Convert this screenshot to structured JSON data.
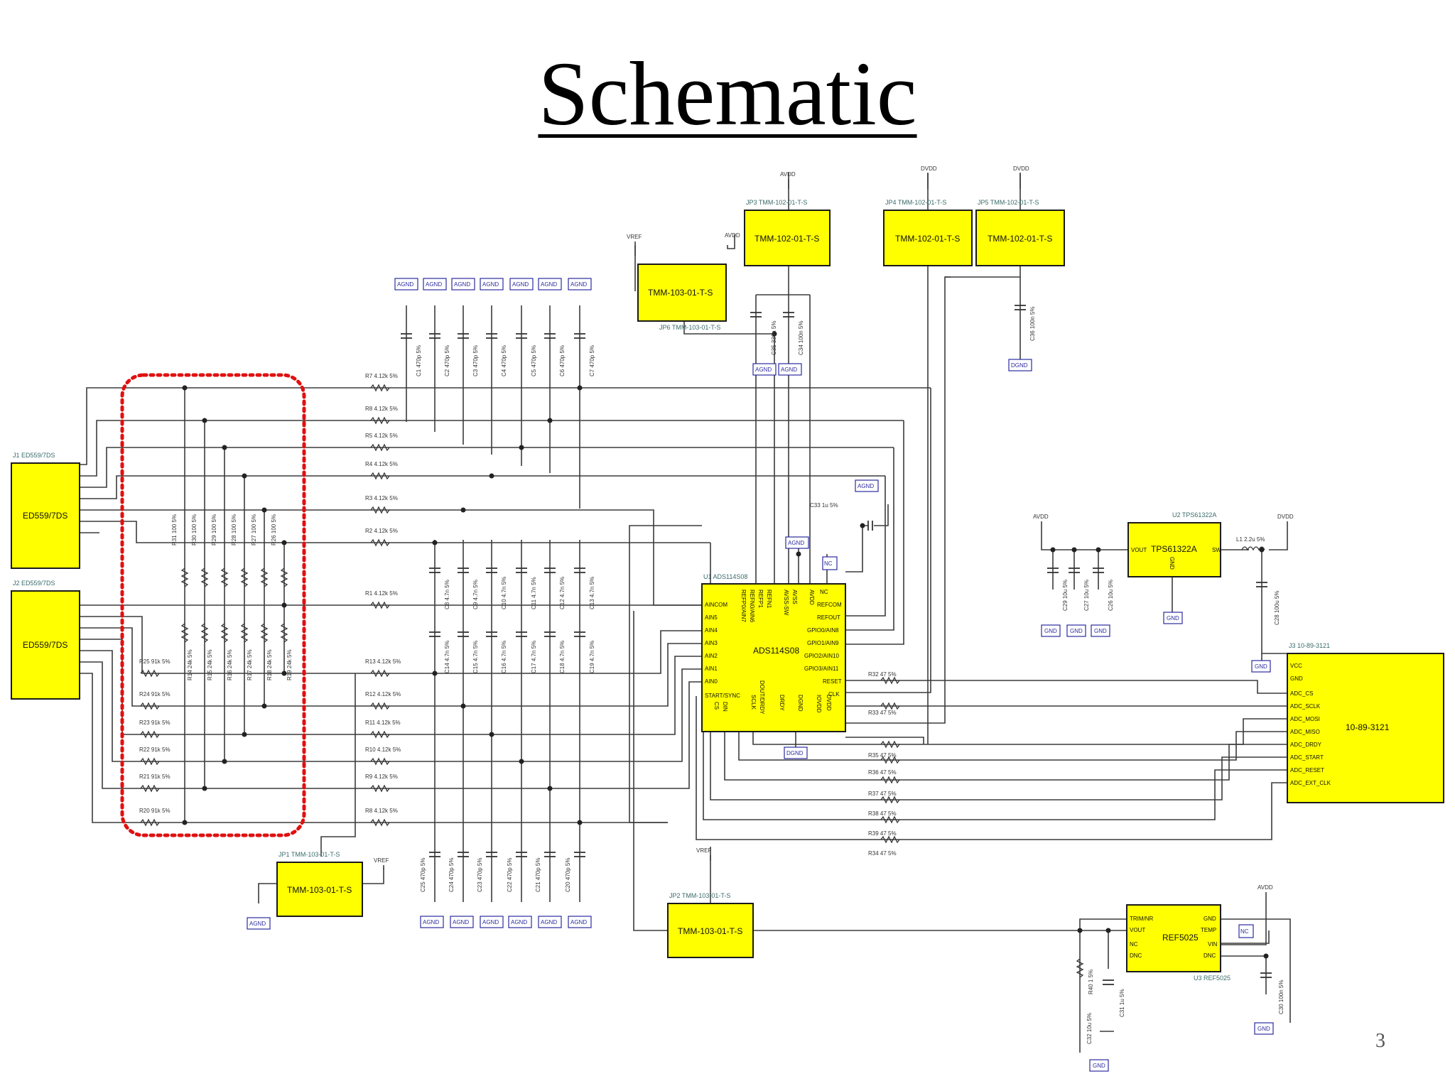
{
  "slide": {
    "title": "Schematic",
    "page_number": "3"
  },
  "components": {
    "j1": {
      "ref": "J1 ED559/7DS",
      "label": "ED559/7DS"
    },
    "j2": {
      "ref": "J2 ED559/7DS",
      "label": "ED559/7DS"
    },
    "jp1": {
      "ref": "JP1 TMM-103-01-T-S",
      "label": "TMM-103-01-T-S"
    },
    "jp2": {
      "ref": "JP2 TMM-103-01-T-S",
      "label": "TMM-103-01-T-S"
    },
    "jp3": {
      "ref": "JP3 TMM-102-01-T-S",
      "label": "TMM-102-01-T-S"
    },
    "jp4": {
      "ref": "JP4 TMM-102-01-T-S",
      "label": "TMM-102-01-T-S"
    },
    "jp5": {
      "ref": "JP5 TMM-102-01-T-S",
      "label": "TMM-102-01-T-S"
    },
    "jp6": {
      "ref": "JP6 TMM-103-01-T-S",
      "label": "TMM-103-01-T-S"
    },
    "u1": {
      "ref": "U1 ADS114S08",
      "label": "ADS114S08",
      "left_pins": [
        "AINCOM",
        "AIN5",
        "AIN4",
        "AIN3",
        "AIN2",
        "AIN1",
        "AIN0",
        "START/SYNC"
      ],
      "right_pins": [
        "NC",
        "REFCOM",
        "REFOUT",
        "GPIO0/AIN8",
        "GPIO1/AIN9",
        "GPIO2/AIN10",
        "GPIO3/AIN11",
        "RESET",
        "CLK"
      ],
      "top_pins": [
        "REFP0/AIN7",
        "REFN0/AIN6",
        "REFP1",
        "REFN1",
        "AVSS-SW",
        "AVSS",
        "AVDD"
      ],
      "bottom_pins": [
        "CS",
        "DIN",
        "SCLK",
        "DOUT/DRDY",
        "DRDY",
        "DGND",
        "IOVDD",
        "DVDD"
      ]
    },
    "u2": {
      "ref": "U2 TPS61322A",
      "label": "TPS61322A",
      "pins": [
        "VOUT",
        "SW",
        "GND"
      ]
    },
    "u3": {
      "ref": "U3 REF5025",
      "label": "REF5025",
      "left_pins": [
        "TRIM/NR",
        "VOUT",
        "NC",
        "DNC"
      ],
      "right_pins": [
        "GND",
        "TEMP",
        "VIN",
        "DNC"
      ]
    },
    "j3": {
      "ref": "J3 10-89-3121",
      "label": "10-89-3121",
      "pins": [
        "VCC",
        "GND",
        "ADC_CS",
        "ADC_SCLK",
        "ADC_MOSI",
        "ADC_MISO",
        "ADC_DRDY",
        "ADC_START",
        "ADC_RESET",
        "ADC_EXT_CLK"
      ]
    }
  },
  "nets": {
    "avdd": "AVDD",
    "dvdd": "DVDD",
    "vref": "VREF",
    "agnd": "AGND",
    "dgnd": "DGND",
    "gnd": "GND",
    "nc": "NC"
  },
  "labels": {
    "r_top": [
      "R7 4.12k 5%",
      "R8 4.12k 5%",
      "R5 4.12k 5%",
      "R4 4.12k 5%",
      "R3 4.12k 5%",
      "R2 4.12k 5%",
      "R1 4.12k 5%"
    ],
    "r_bottom": [
      "R13 4.12k 5%",
      "R12 4.12k 5%",
      "R11 4.12k 5%",
      "R10 4.12k 5%",
      "R9 4.12k 5%",
      "R8 4.12k 5%"
    ],
    "r_left": [
      "R25 91k 5%",
      "R24 91k 5%",
      "R23 91k 5%",
      "R22 91k 5%",
      "R21 91k 5%",
      "R20 91k 5%"
    ],
    "r_vert_top": [
      "R31 100 5%",
      "R30 100 5%",
      "R29 100 5%",
      "R28 100 5%",
      "R27 100 5%",
      "R26 100 5%"
    ],
    "r_vert_bot": [
      "R14 24k 5%",
      "R15 24k 5%",
      "R16 24k 5%",
      "R17 24k 5%",
      "R18 24k 5%",
      "R19 24k 5%"
    ],
    "c_top": [
      "C1 470p 5%",
      "C2 470p 5%",
      "C3 470p 5%",
      "C4 470p 5%",
      "C5 470p 5%",
      "C6 470p 5%",
      "C7 470p 5%"
    ],
    "c_mid_a": [
      "C8 4.7n 5%",
      "C9 4.7n 5%",
      "C10 4.7n 5%",
      "C11 4.7n 5%",
      "C12 4.7n 5%",
      "C13 4.7n 5%"
    ],
    "c_mid_b": [
      "C14 4.7n 5%",
      "C15 4.7n 5%",
      "C16 4.7n 5%",
      "C17 4.7n 5%",
      "C18 4.7n 5%",
      "C19 4.7n 5%"
    ],
    "c_bottom": [
      "C25 470p 5%",
      "C24 470p 5%",
      "C23 470p 5%",
      "C22 470p 5%",
      "C21 470p 5%",
      "C20 470p 5%"
    ],
    "c_u1_supply": [
      "C35 330n 5%",
      "C34 100n 5%"
    ],
    "c_u2": [
      "C29 10u 5%",
      "C27 10u 5%",
      "C26 10u 5%",
      "C28 100u 5%"
    ],
    "c_misc": [
      "C33 1u 5%",
      "C36 100n 5%",
      "C32 10u 5%",
      "C31 1u 5%",
      "C30 100n 5%"
    ],
    "r_spi": [
      "R32 47 5%",
      "R33 47 5%",
      "R35 47 5%",
      "R36 47 5%",
      "R37 47 5%",
      "R38 47 5%",
      "R39 47 5%",
      "R34 47 5%"
    ],
    "r_ref": "R40 1 5%",
    "l1": "L1 2.2u 5%"
  }
}
